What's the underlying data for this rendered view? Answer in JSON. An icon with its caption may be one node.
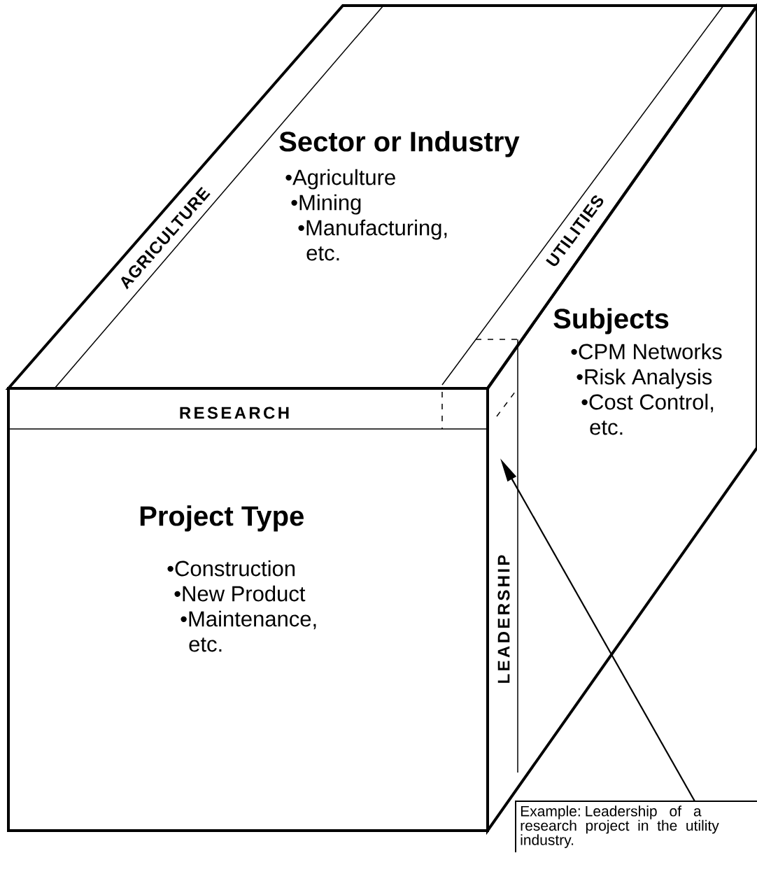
{
  "diagram": {
    "nodes": [
      {
        "text": [
          "Project Type",
          "•Construction",
          "•New Product",
          "•Maintenance, etc."
        ]
      },
      {
        "text": [
          "Sector or Industry",
          "•Agriculture",
          "•Mining",
          "•Manufacturing, etc."
        ]
      },
      {
        "text": [
          "Subjects",
          "•CPM Networks",
          "•Risk Analysis",
          "•Cost Control, etc."
        ]
      },
      {
        "text": [
          "Example: Leadership of a research project in the utility industry."
        ]
      }
    ],
    "edges": [
      {
        "from": 3,
        "to": 2,
        "arrow": "to"
      }
    ],
    "labels": [
      "AGRICULTURE",
      "UTILITIES",
      "RESEARCH",
      "LEADERSHIP"
    ]
  }
}
